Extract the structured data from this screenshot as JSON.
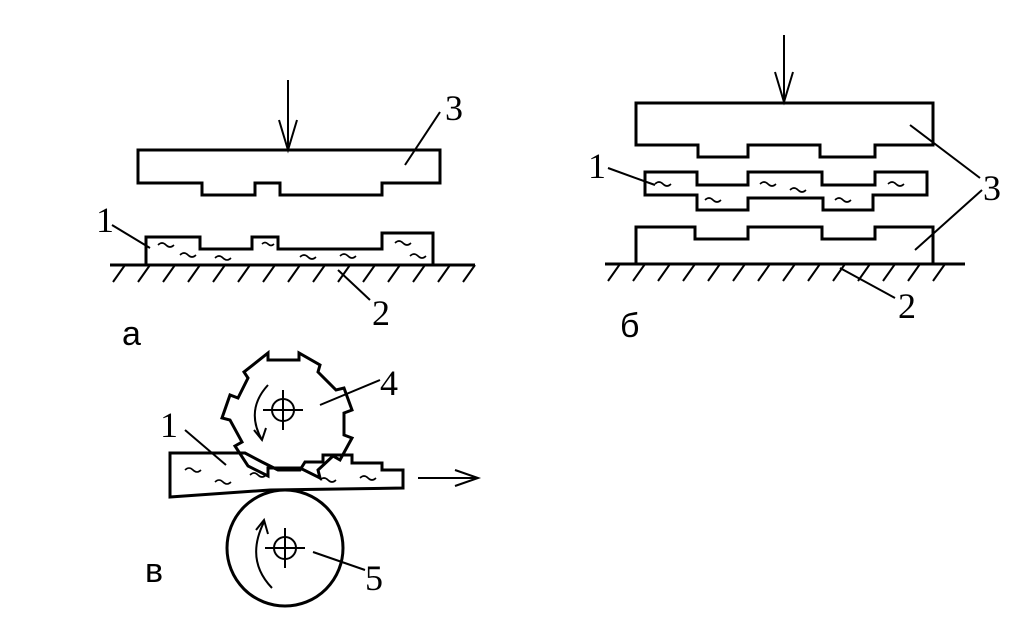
{
  "panels": [
    {
      "caption": "а",
      "labels": {
        "blank": "1",
        "base": "2",
        "die": "3"
      }
    },
    {
      "caption": "б",
      "labels": {
        "blank": "1",
        "base": "2",
        "die": "3"
      }
    },
    {
      "caption": "в",
      "labels": {
        "blank": "1",
        "roll_top": "4",
        "roll_bottom": "5"
      }
    }
  ],
  "icons": [
    "press-arrow-icon",
    "feed-direction-arrow-icon",
    "rotation-arrow-icon",
    "roll-center-mark-icon",
    "ground-hatch-icon"
  ]
}
